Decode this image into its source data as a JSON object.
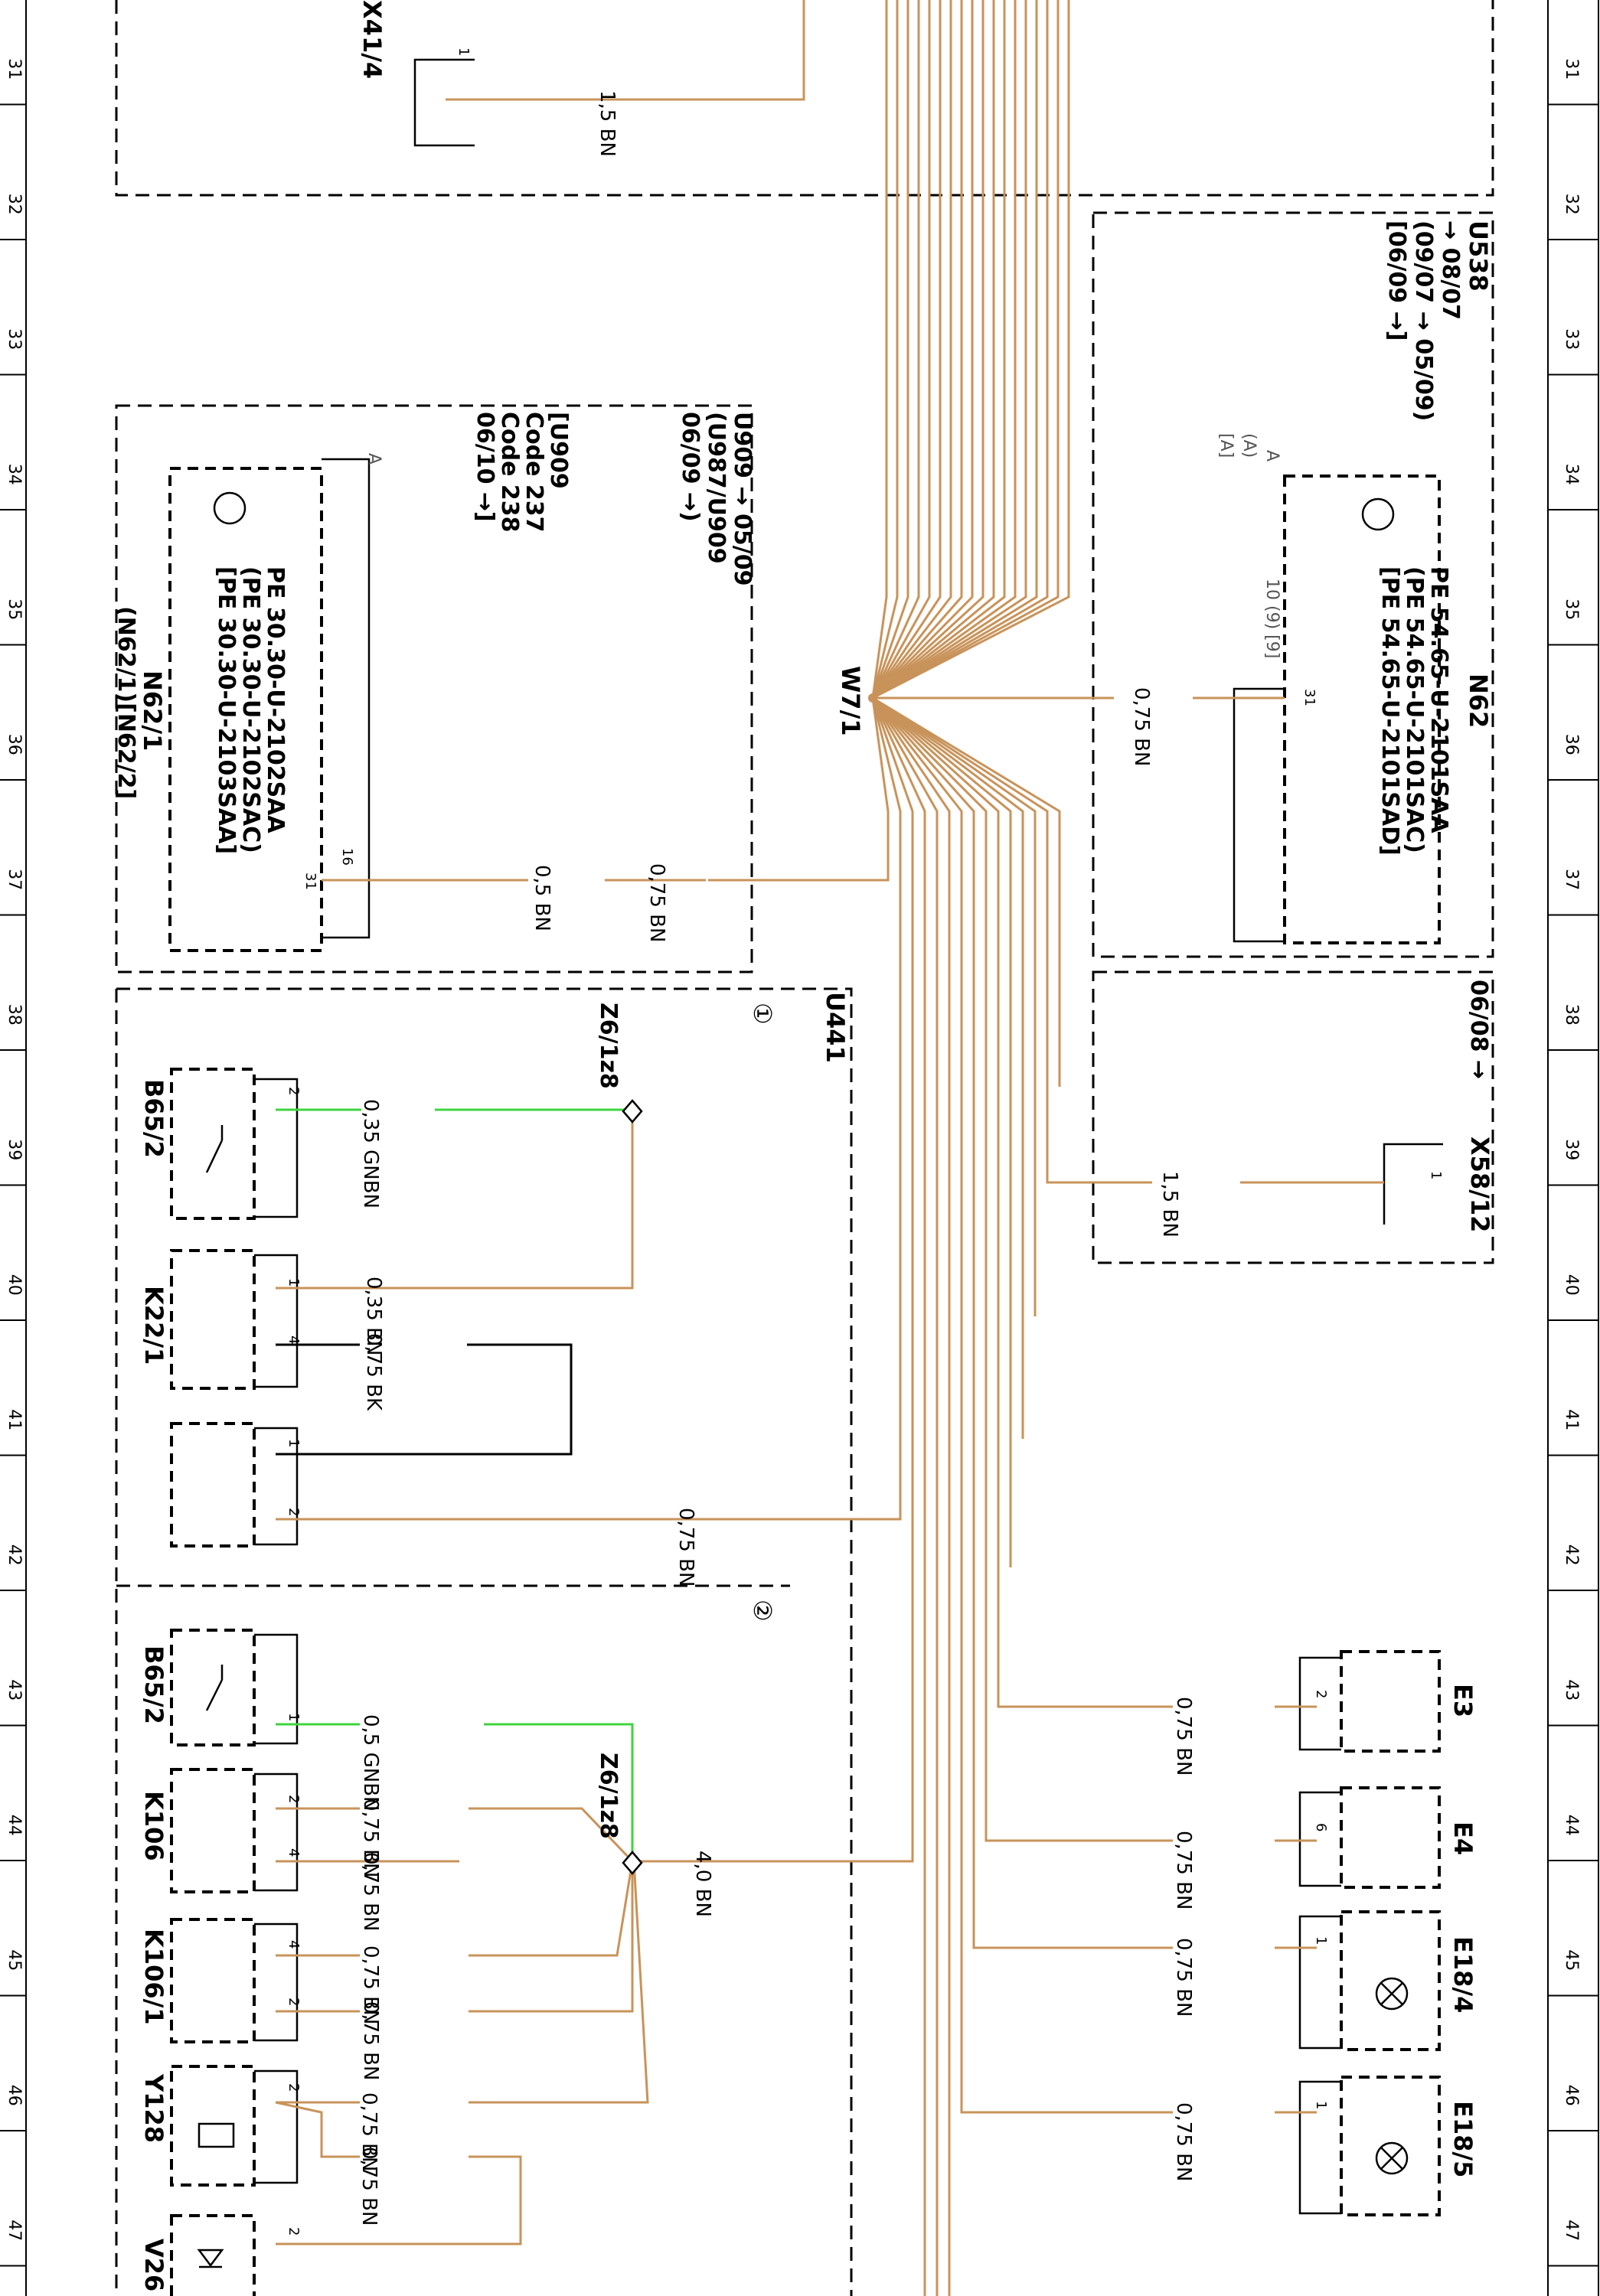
{
  "colors": {
    "wire_bn": "#c8935a",
    "wire_gnbn": "#3ed43e",
    "wire_bk": "#000000",
    "line": "#000000",
    "frame": "#000000",
    "background": "#ffffff"
  },
  "grid": {
    "numbers": [
      "31",
      "32",
      "33",
      "34",
      "35",
      "36",
      "37",
      "38",
      "39",
      "40",
      "41",
      "42",
      "43",
      "44",
      "45",
      "46",
      "47"
    ]
  },
  "splice": {
    "label": "W7/1"
  },
  "components": {
    "x41_4": {
      "label": "X41/4",
      "pin": "1",
      "wire": "1,5 BN"
    },
    "u538": {
      "label": "U538",
      "l1": "→ 08/07",
      "l2": "(09/07 → 05/09)",
      "l3": "[06/09 →]"
    },
    "n62": {
      "label": "N62",
      "pe1": "PE 54.65-U-2101SAA",
      "pe2": "(PE 54.65-U-2101SAC)",
      "pe3": "[PE 54.65-U-2101SAD]",
      "a1": "A",
      "a2": "(A)",
      "a3": "[A]",
      "pins": "10 (9) [9]",
      "pin": "31",
      "wire": "0,75 BN"
    },
    "u909": {
      "l1": "U909 → 05/09",
      "l2": "(U987/U909",
      "l3": "06/09 →)",
      "l4": "[U909",
      "l5": "Code 237",
      "l6": "Code 238",
      "l7": "06/10 →]"
    },
    "n62_1": {
      "pe1": "PE 30.30-U-2102SAA",
      "pe2": "(PE 30.30-U-2102SAC)",
      "pe3": "[PE 30.30-U-2103SAA]",
      "label": "N62/1",
      "label2": "(N62/1)[N62/2]",
      "a": "A",
      "pin": "31",
      "pin2": "16",
      "wire_box": "0,5 BN",
      "wire": "0,75 BN"
    },
    "x58_12": {
      "label": "X58/12",
      "date": "06/08 →",
      "pin": "1",
      "wire": "1,5 BN"
    },
    "u441": {
      "label": "U441",
      "num1": "①",
      "num2": "②"
    },
    "z6_1z8_top": {
      "label": "Z6/1z8"
    },
    "b65_2_top": {
      "label": "B65/2",
      "pin": "2",
      "wire": "0,35 GNBN"
    },
    "k22_1": {
      "label": "K22/1",
      "pin1": "1",
      "pin4": "4",
      "wire1": "0,35 BN",
      "wire4": "0,75 BK"
    },
    "k_box": {
      "pin1": "1",
      "pin2": "2",
      "wire2": "0,75 BN"
    },
    "z6_1z8_bot": {
      "label": "Z6/1z8",
      "wire": "4,0 BN"
    },
    "b65_2_bot": {
      "label": "B65/2",
      "pin": "1",
      "wire": "0,5 GNBN"
    },
    "k106": {
      "label": "K106",
      "pin2": "2",
      "pin4": "4",
      "wire2": "0,75 BN",
      "wire4": "0,75 BN"
    },
    "k106_1": {
      "label": "K106/1",
      "pin4": "4",
      "pin2": "2",
      "wire4": "0,75 BN",
      "wire2": "0,75 BN"
    },
    "y128": {
      "label": "Y128",
      "pin": "2",
      "wire1": "0,75 BN",
      "wire2": "0,75 BN"
    },
    "v26": {
      "label": "V26",
      "pin": "2"
    },
    "e3": {
      "label": "E3",
      "pin": "2",
      "wire": "0,75 BN"
    },
    "e4": {
      "label": "E4",
      "pin": "6",
      "wire": "0,75 BN"
    },
    "e18_4": {
      "label": "E18/4",
      "pin": "1",
      "wire": "0,75 BN"
    },
    "e18_5": {
      "label": "E18/5",
      "pin": "1",
      "wire": "0,75 BN"
    }
  }
}
